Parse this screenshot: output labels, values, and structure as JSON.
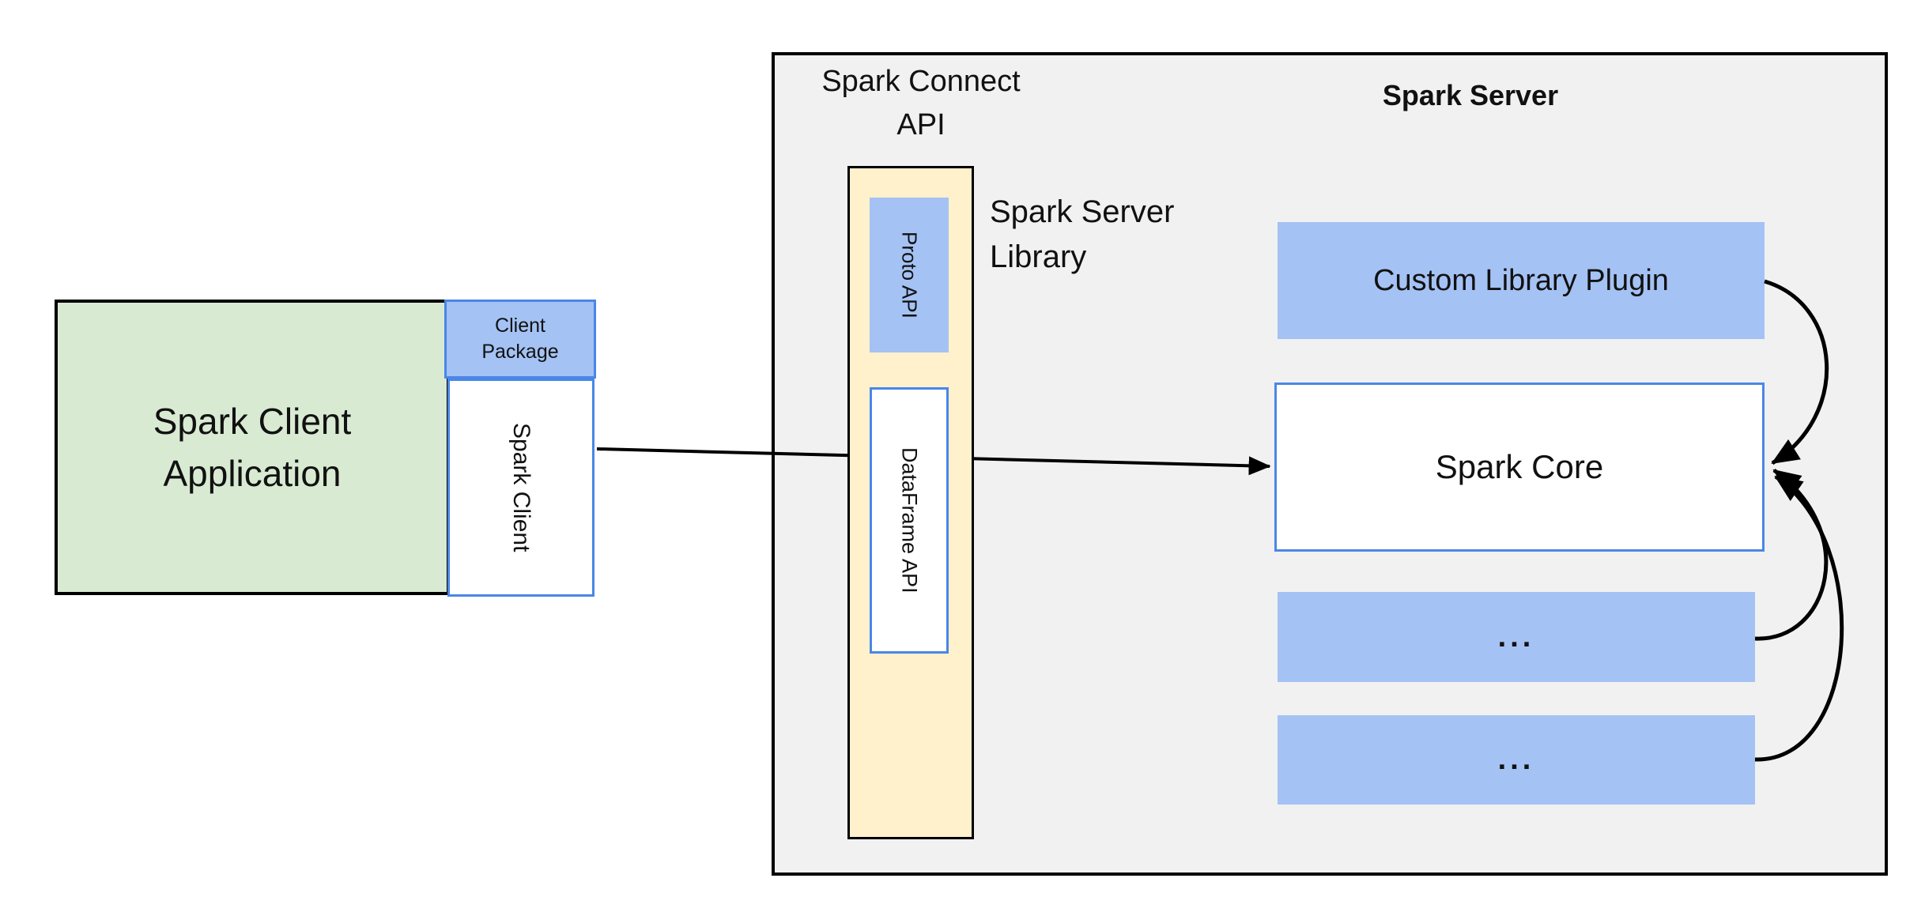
{
  "client": {
    "application_lines": [
      "Spark Client",
      "Application"
    ],
    "package_lines": [
      "Client",
      "Package"
    ],
    "spark_client_label": "Spark Client"
  },
  "connect_api": {
    "title_lines": [
      "Spark Connect",
      "API"
    ],
    "proto_label": "Proto API",
    "dataframe_label": "DataFrame API",
    "library_lines": [
      "Spark Server",
      "Library"
    ]
  },
  "server": {
    "title": "Spark Server",
    "plugin_label": "Custom Library Plugin",
    "core_label": "Spark Core",
    "more_label_1": "...",
    "more_label_2": "..."
  },
  "colors": {
    "blue_fill": "#a4c2f4",
    "blue_border": "#4a86e8",
    "green_fill": "#d9ead3",
    "yellow_fill": "#fff1cc",
    "container_fill": "#f1f1f1",
    "line_color": "#000000"
  }
}
